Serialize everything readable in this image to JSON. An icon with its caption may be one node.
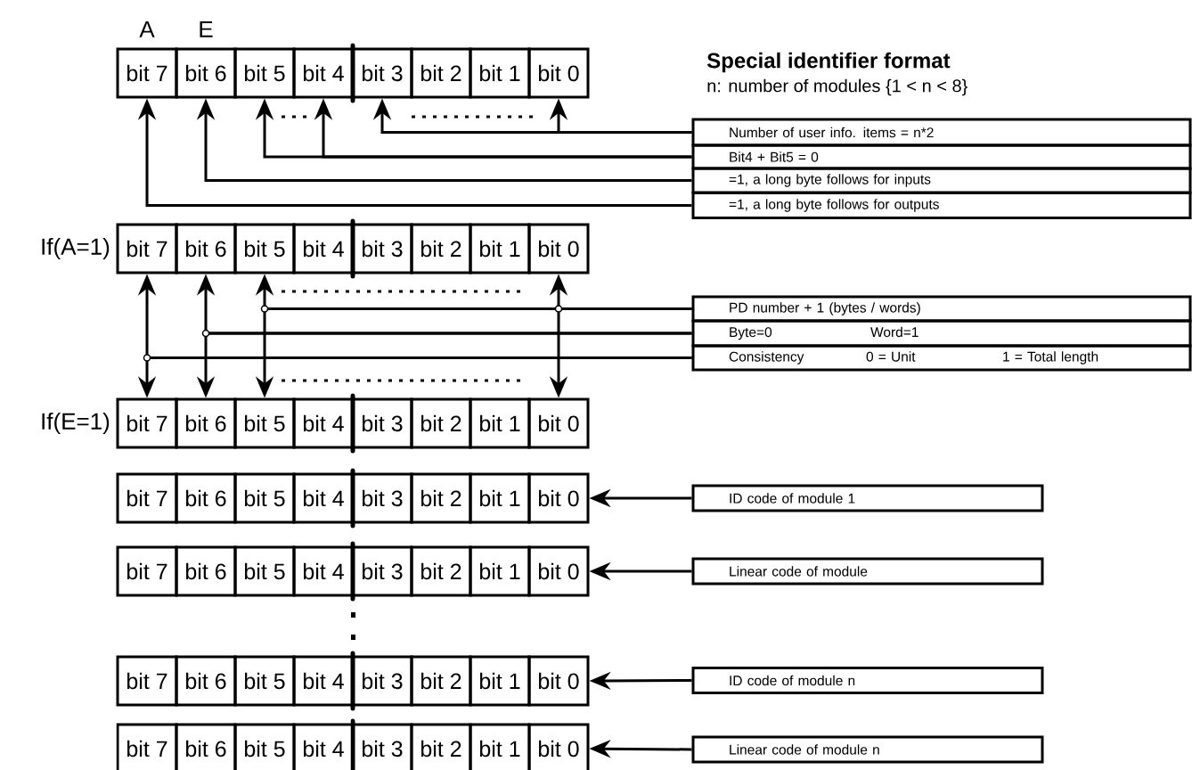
{
  "diagram": {
    "title": "Special identifier format",
    "nodes": [
      {
        "text": [
          "bit 7"
        ]
      },
      {
        "text": [
          "bit 6"
        ]
      },
      {
        "text": [
          "bit 5"
        ]
      },
      {
        "text": [
          "bit 4"
        ]
      },
      {
        "text": [
          "bit 3"
        ]
      },
      {
        "text": [
          "bit 2"
        ]
      },
      {
        "text": [
          "bit 1"
        ]
      },
      {
        "text": [
          "bit 0"
        ]
      },
      {
        "text": [
          "bit 7"
        ]
      },
      {
        "text": [
          "bit 6"
        ]
      },
      {
        "text": [
          "bit 5"
        ]
      },
      {
        "text": [
          "bit 4"
        ]
      },
      {
        "text": [
          "bit 3"
        ]
      },
      {
        "text": [
          "bit 2"
        ]
      },
      {
        "text": [
          "bit 1"
        ]
      },
      {
        "text": [
          "bit 0"
        ]
      },
      {
        "text": [
          "bit 7"
        ]
      },
      {
        "text": [
          "bit 6"
        ]
      },
      {
        "text": [
          "bit 5"
        ]
      },
      {
        "text": [
          "bit 4"
        ]
      },
      {
        "text": [
          "bit 3"
        ]
      },
      {
        "text": [
          "bit 2"
        ]
      },
      {
        "text": [
          "bit 1"
        ]
      },
      {
        "text": [
          "bit 0"
        ]
      },
      {
        "text": [
          "bit 7"
        ]
      },
      {
        "text": [
          "bit 6"
        ]
      },
      {
        "text": [
          "bit 5"
        ]
      },
      {
        "text": [
          "bit 4"
        ]
      },
      {
        "text": [
          "bit 3"
        ]
      },
      {
        "text": [
          "bit 2"
        ]
      },
      {
        "text": [
          "bit 1"
        ]
      },
      {
        "text": [
          "bit 0"
        ]
      },
      {
        "text": [
          "bit 7"
        ]
      },
      {
        "text": [
          "bit 6"
        ]
      },
      {
        "text": [
          "bit 5"
        ]
      },
      {
        "text": [
          "bit 4"
        ]
      },
      {
        "text": [
          "bit 3"
        ]
      },
      {
        "text": [
          "bit 2"
        ]
      },
      {
        "text": [
          "bit 1"
        ]
      },
      {
        "text": [
          "bit 0"
        ]
      },
      {
        "text": [
          "bit 7"
        ]
      },
      {
        "text": [
          "bit 6"
        ]
      },
      {
        "text": [
          "bit 5"
        ]
      },
      {
        "text": [
          "bit 4"
        ]
      },
      {
        "text": [
          "bit 3"
        ]
      },
      {
        "text": [
          "bit 2"
        ]
      },
      {
        "text": [
          "bit 1"
        ]
      },
      {
        "text": [
          "bit 0"
        ]
      },
      {
        "text": [
          "bit 7"
        ]
      },
      {
        "text": [
          "bit 6"
        ]
      },
      {
        "text": [
          "bit 5"
        ]
      },
      {
        "text": [
          "bit 4"
        ]
      },
      {
        "text": [
          "bit 3"
        ]
      },
      {
        "text": [
          "bit 2"
        ]
      },
      {
        "text": [
          "bit 1"
        ]
      },
      {
        "text": [
          "bit 0"
        ]
      },
      {
        "text": [
          "Number of user info. items = n*2"
        ]
      },
      {
        "text": [
          "Bit4 + Bit5 = 0"
        ]
      },
      {
        "text": [
          "=1, a long byte follows for inputs"
        ]
      },
      {
        "text": [
          "=1, a long byte follows for outputs"
        ]
      },
      {
        "text": [
          "PD number + 1 (bytes / words)"
        ]
      },
      {
        "text": [
          "Byte=0",
          "Word=1"
        ]
      },
      {
        "text": [
          "Consistency",
          "0 = Unit",
          "1 = Total length"
        ]
      },
      {
        "text": [
          "ID code of module 1"
        ]
      },
      {
        "text": [
          "Linear code of module"
        ]
      },
      {
        "text": [
          "ID code of module n"
        ]
      },
      {
        "text": [
          "Linear code of module n"
        ]
      }
    ],
    "edges": [
      {
        "from": 56,
        "to": 4,
        "arrow": "to"
      },
      {
        "from": 56,
        "to": 7,
        "arrow": "to"
      },
      {
        "from": 57,
        "to": 2,
        "arrow": "to"
      },
      {
        "from": 57,
        "to": 3,
        "arrow": "to"
      },
      {
        "from": 58,
        "to": 1,
        "arrow": "to"
      },
      {
        "from": 59,
        "to": 0,
        "arrow": "to"
      },
      {
        "from": 60,
        "to": 10,
        "arrow": "to"
      },
      {
        "from": 60,
        "to": 18,
        "arrow": "to"
      },
      {
        "from": 60,
        "to": 15,
        "arrow": "to"
      },
      {
        "from": 60,
        "to": 23,
        "arrow": "to"
      },
      {
        "from": 61,
        "to": 9,
        "arrow": "to"
      },
      {
        "from": 61,
        "to": 17,
        "arrow": "to"
      },
      {
        "from": 62,
        "to": 8,
        "arrow": "to"
      },
      {
        "from": 62,
        "to": 16,
        "arrow": "to"
      },
      {
        "from": 63,
        "to": 31,
        "arrow": "to"
      },
      {
        "from": 64,
        "to": 39,
        "arrow": "to"
      },
      {
        "from": 65,
        "to": 47,
        "arrow": "to"
      },
      {
        "from": 66,
        "to": 55,
        "arrow": "to"
      }
    ],
    "labels": [
      "A",
      "E",
      "n: number of modules {1 < n < 8}",
      "If(A=1)",
      "If(E=1)"
    ]
  }
}
